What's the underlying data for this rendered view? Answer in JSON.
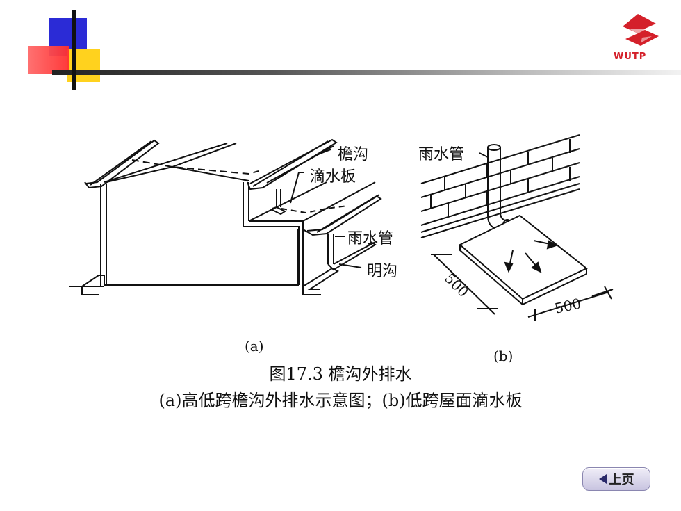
{
  "logo": {
    "text": "WUTP",
    "color": "#d4202a"
  },
  "decor": {
    "blue": "#2b2bd6",
    "red": "#ff3b3b",
    "yellow": "#ffd21e"
  },
  "figure_a": {
    "labels": {
      "eaves_gutter": "檐沟",
      "drip_board": "滴水板",
      "rain_pipe": "雨水管",
      "open_ditch": "明沟"
    },
    "sublabel": "(a)"
  },
  "figure_b": {
    "labels": {
      "rain_pipe": "雨水管"
    },
    "dim1": "500",
    "dim2": "500",
    "sublabel": "(b)"
  },
  "caption": {
    "line1": "图17.3  檐沟外排水",
    "line2": "(a)高低跨檐沟外排水示意图；(b)低跨屋面滴水板"
  },
  "nav": {
    "prev_label": "上页"
  }
}
